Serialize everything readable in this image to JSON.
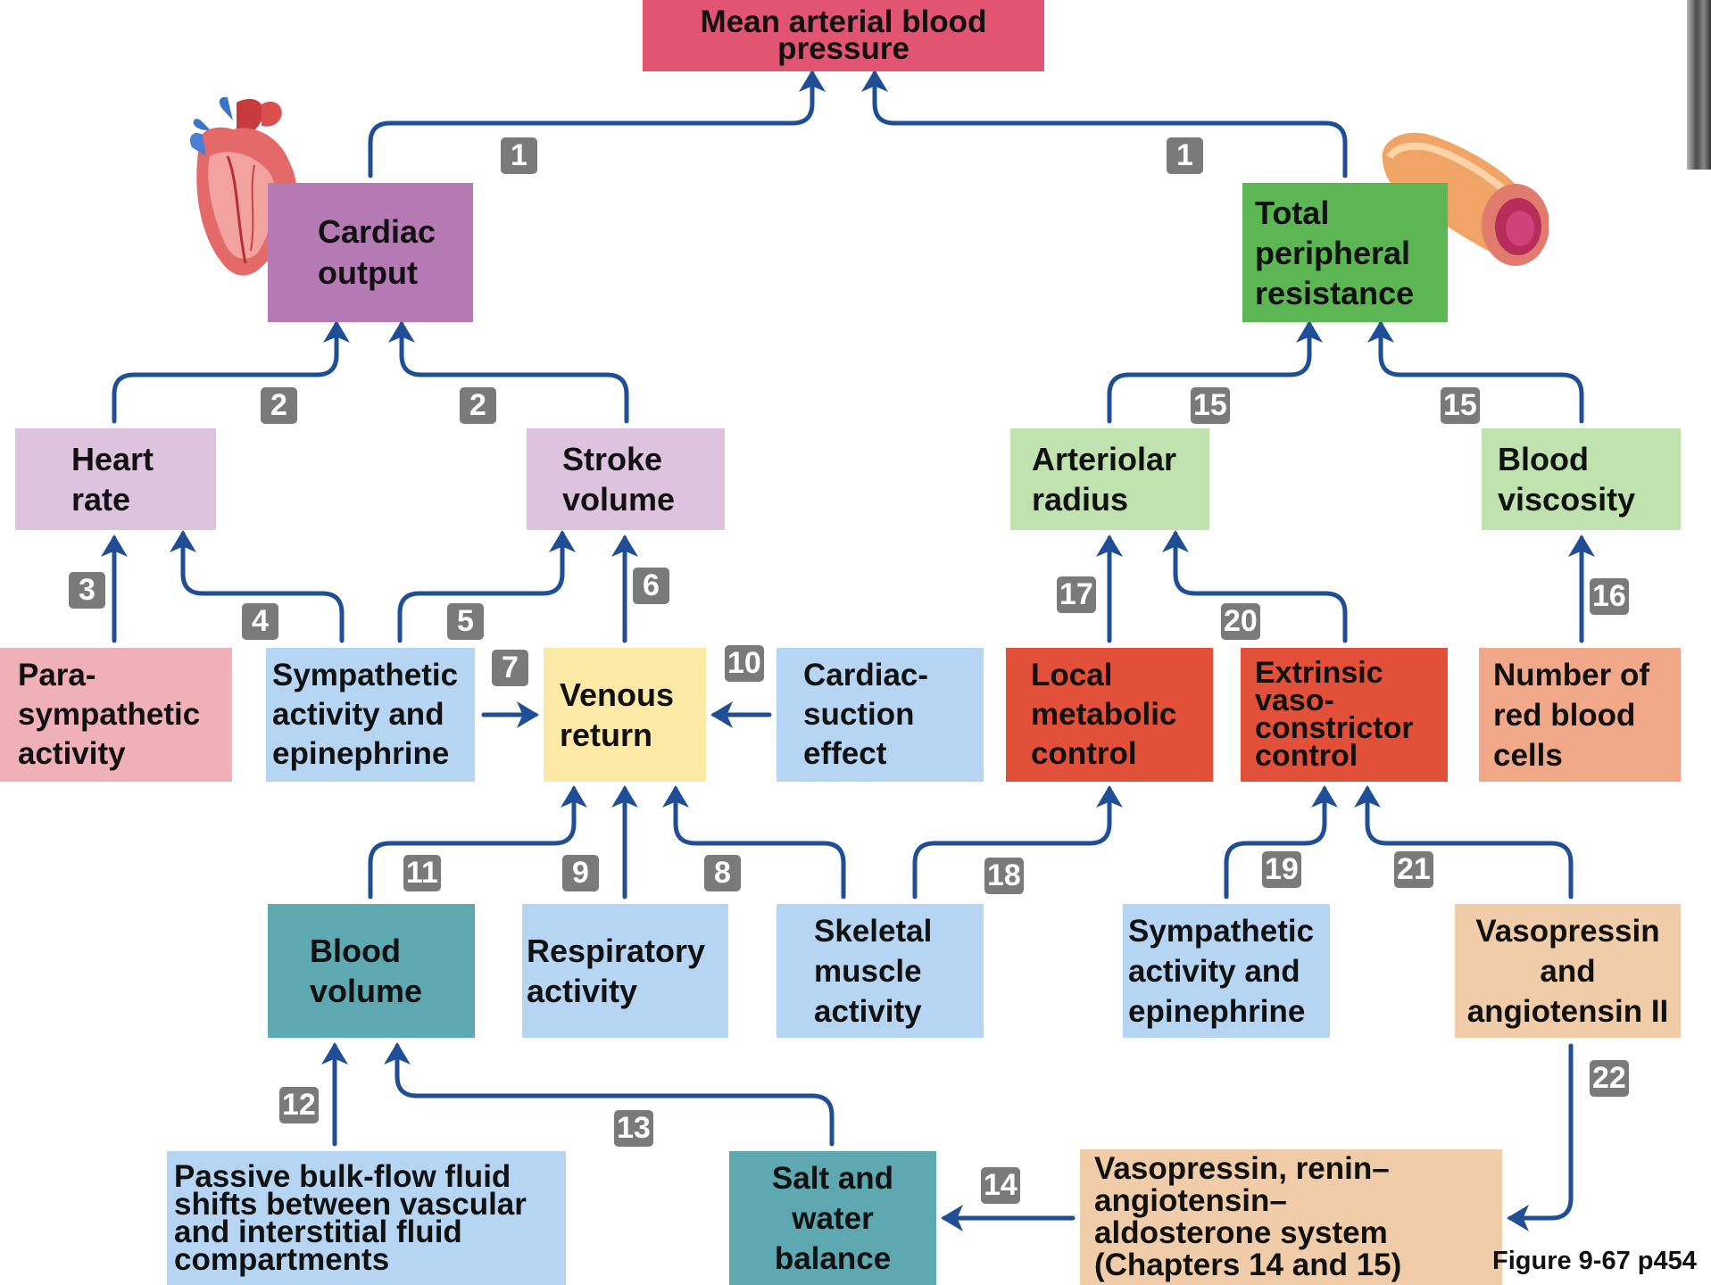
{
  "colors": {
    "arrow": "#1f4e96",
    "badge": "#7a7a7a",
    "mean_arterial": "#e25572",
    "cardiac_output": "#b57ab4",
    "light_purple": "#dec3df",
    "green": "#5cb653",
    "light_green": "#bfe2ae",
    "pink": "#f0b0b8",
    "light_blue": "#b5d5f2",
    "yellow": "#fde9a6",
    "red_orange": "#e2503a",
    "salmon": "#f0a888",
    "teal": "#5ea8b1",
    "tan": "#f0cda8"
  },
  "nodes": {
    "mean_arterial": {
      "lines": [
        "Mean arterial blood",
        "pressure"
      ]
    },
    "cardiac_output": {
      "lines": [
        "Cardiac",
        "output"
      ]
    },
    "total_peripheral": {
      "lines": [
        "Total",
        "peripheral",
        "resistance"
      ]
    },
    "heart_rate": {
      "lines": [
        "Heart",
        "rate"
      ]
    },
    "stroke_volume": {
      "lines": [
        "Stroke",
        "volume"
      ]
    },
    "arteriolar_radius": {
      "lines": [
        "Arteriolar",
        "radius"
      ]
    },
    "blood_viscosity": {
      "lines": [
        "Blood",
        "viscosity"
      ]
    },
    "parasympathetic": {
      "lines": [
        "Para-",
        "sympathetic",
        "activity"
      ]
    },
    "sympathetic_left": {
      "lines": [
        "Sympathetic",
        "activity and",
        "epinephrine"
      ]
    },
    "venous_return": {
      "lines": [
        "Venous",
        "return"
      ]
    },
    "cardiac_suction": {
      "lines": [
        "Cardiac-",
        "suction",
        "effect"
      ]
    },
    "local_metabolic": {
      "lines": [
        "Local",
        "metabolic",
        "control"
      ]
    },
    "extrinsic": {
      "lines": [
        "Extrinsic",
        "vaso-",
        "constrictor",
        "control"
      ]
    },
    "red_blood_cells": {
      "lines": [
        "Number of",
        "red blood",
        "cells"
      ]
    },
    "blood_volume": {
      "lines": [
        "Blood",
        "volume"
      ]
    },
    "respiratory": {
      "lines": [
        "Respiratory",
        "activity"
      ]
    },
    "skeletal_muscle": {
      "lines": [
        "Skeletal",
        "muscle",
        "activity"
      ]
    },
    "sympathetic_right": {
      "lines": [
        "Sympathetic",
        "activity and",
        "epinephrine"
      ]
    },
    "vasopressin_angiotensin": {
      "lines": [
        "Vasopressin",
        "and",
        "angiotensin II"
      ]
    },
    "passive_bulk_flow": {
      "lines": [
        "Passive bulk-flow fluid",
        "shifts between vascular",
        "and interstitial fluid",
        "compartments"
      ]
    },
    "salt_water": {
      "lines": [
        "Salt and",
        "water",
        "balance"
      ]
    },
    "raas": {
      "lines": [
        "Vasopressin, renin–",
        "angiotensin–",
        "aldosterone system",
        "(Chapters 14 and 15)"
      ]
    }
  },
  "badges": {
    "b1a": "1",
    "b1b": "1",
    "b2a": "2",
    "b2b": "2",
    "b3": "3",
    "b4": "4",
    "b5": "5",
    "b6": "6",
    "b7": "7",
    "b8": "8",
    "b9": "9",
    "b10": "10",
    "b11": "11",
    "b12": "12",
    "b13": "13",
    "b14": "14",
    "b15a": "15",
    "b15b": "15",
    "b16": "16",
    "b17": "17",
    "b18": "18",
    "b19": "19",
    "b20": "20",
    "b21": "21",
    "b22": "22"
  },
  "caption": "Figure 9-67 p454",
  "icons": [
    "heart-illustration-icon",
    "blood-vessel-illustration-icon"
  ]
}
